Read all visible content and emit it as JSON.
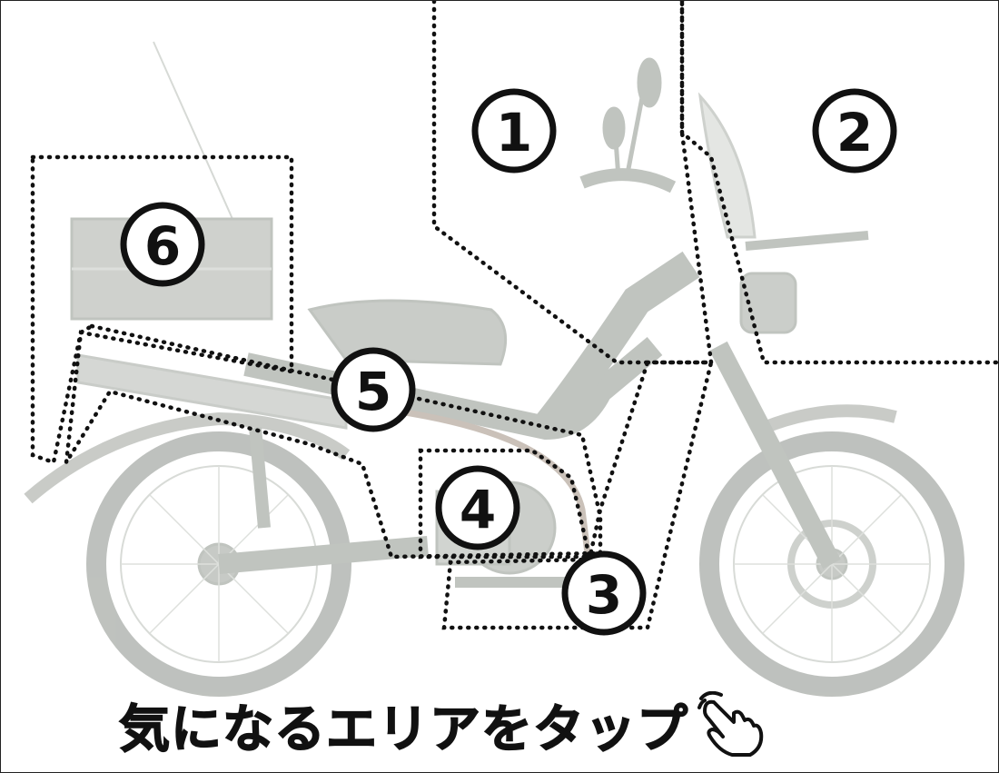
{
  "areas": [
    {
      "id": "1",
      "label": "①"
    },
    {
      "id": "2",
      "label": "②"
    },
    {
      "id": "3",
      "label": "③"
    },
    {
      "id": "4",
      "label": "④"
    },
    {
      "id": "5",
      "label": "⑤"
    },
    {
      "id": "6",
      "label": "⑥"
    }
  ],
  "cta": {
    "text": "気になるエリアをタップ",
    "icon": "tap-hand-icon"
  },
  "colors": {
    "outline": "#111111",
    "bike_faded": "#c9cdc7"
  }
}
